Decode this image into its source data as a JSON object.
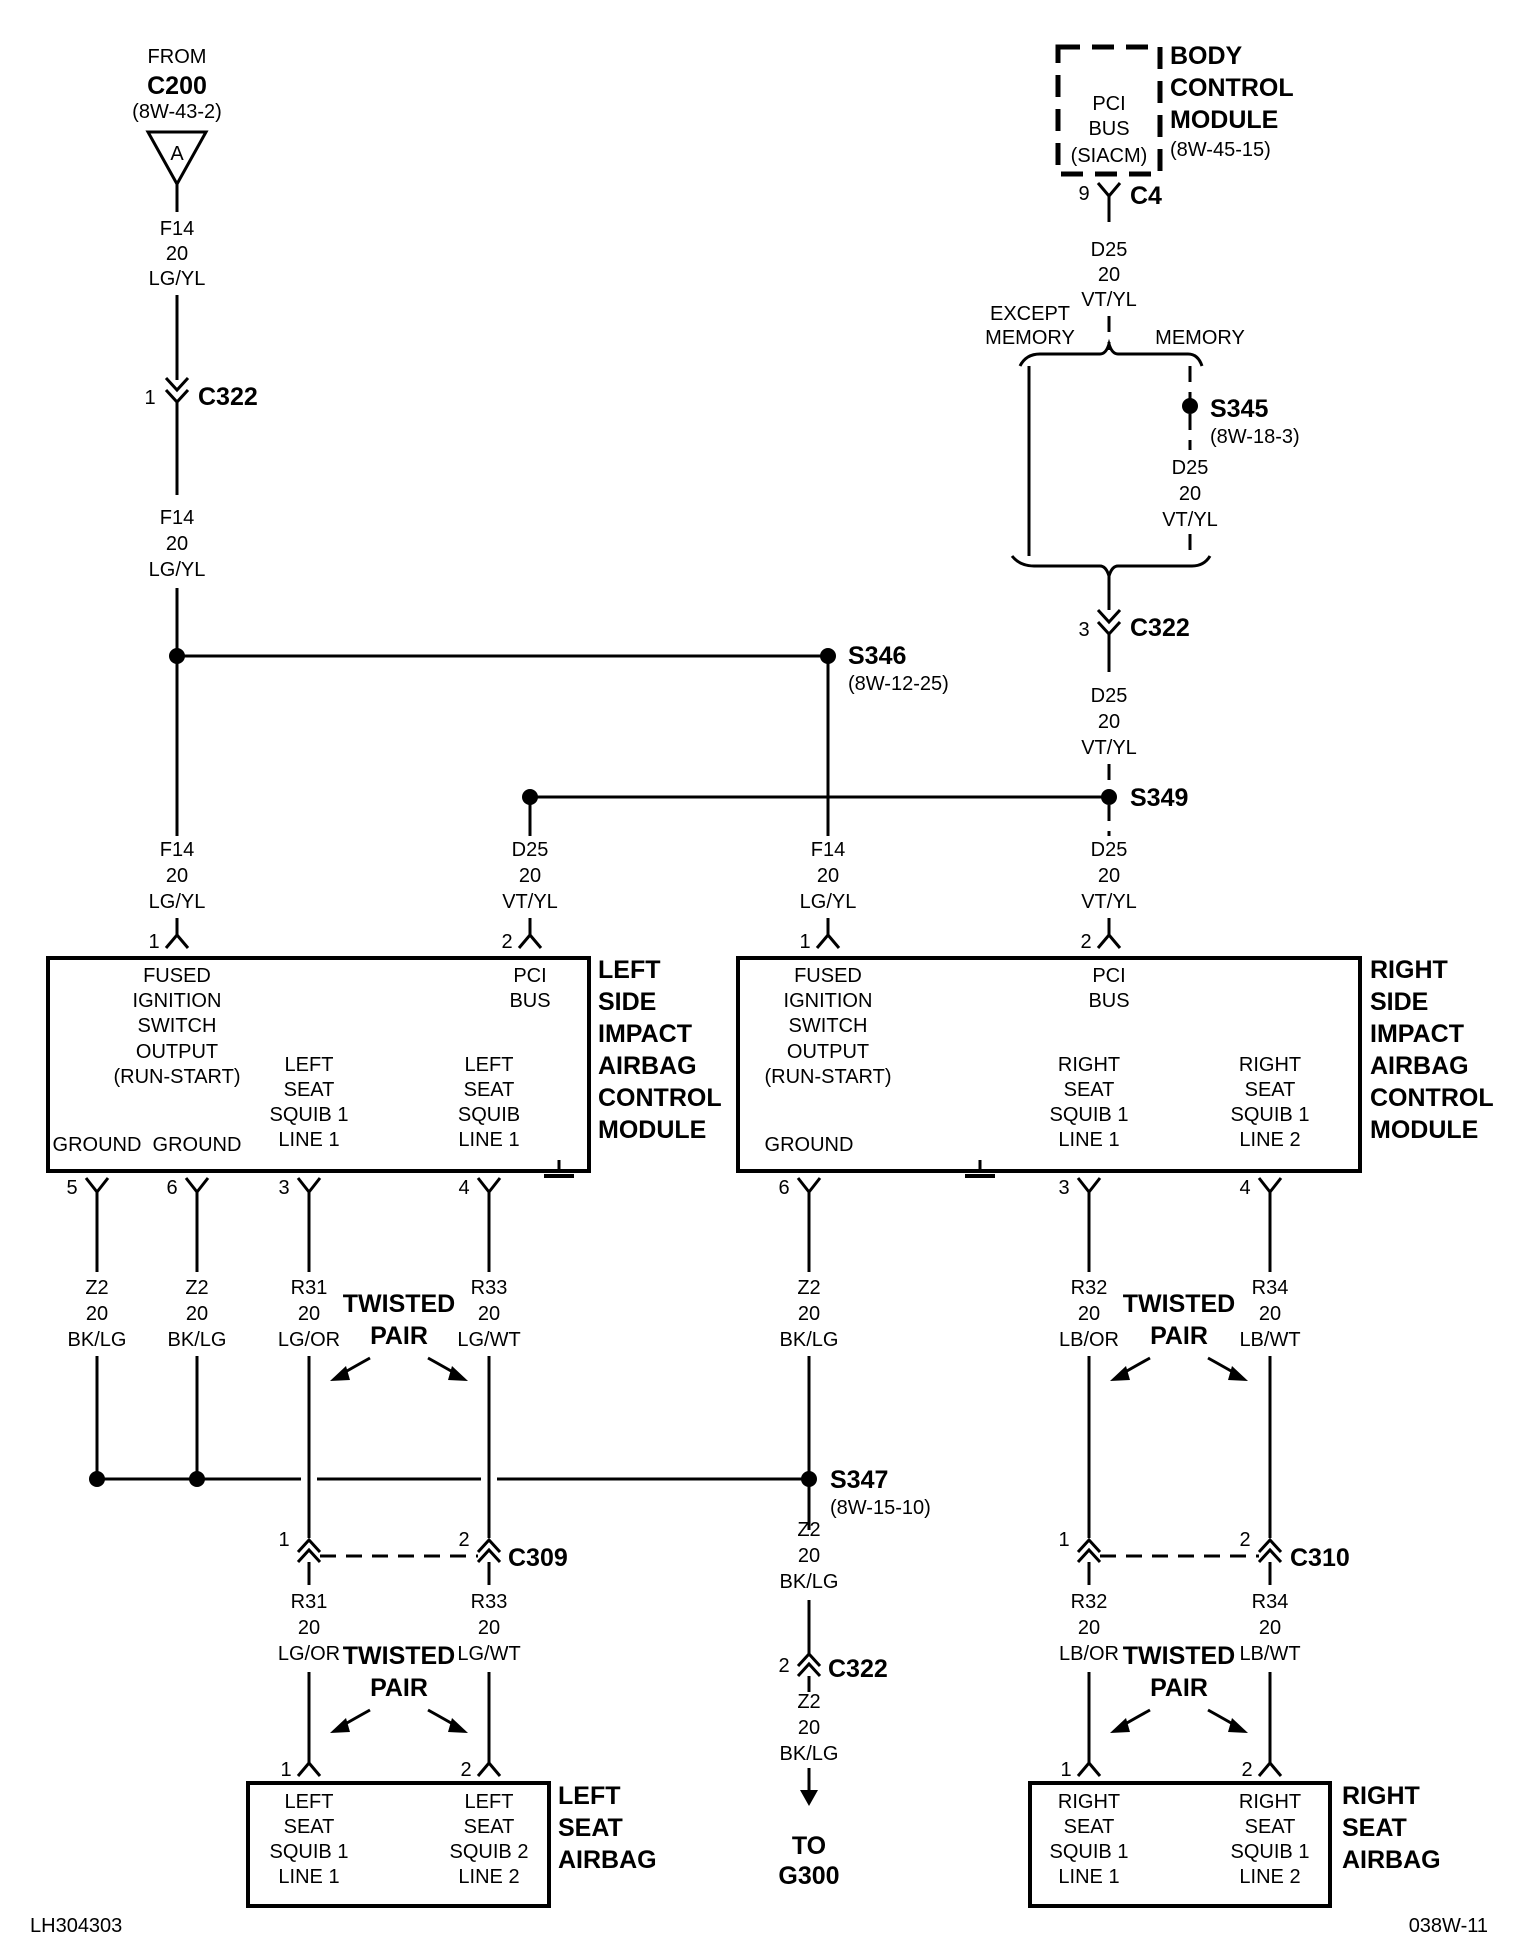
{
  "from_c200": {
    "from": "FROM",
    "conn": "C200",
    "ref": "(8W-43-2)",
    "tag": "A"
  },
  "bcm": {
    "title_lines": [
      "BODY",
      "CONTROL",
      "MODULE"
    ],
    "ref": "(8W-45-15)",
    "inner_lines": [
      "PCI",
      "BUS",
      "(SIACM)"
    ],
    "pin": "9",
    "conn": "C4"
  },
  "wires": {
    "f14_top": [
      "F14",
      "20",
      "LG/YL"
    ],
    "f14_mid": [
      "F14",
      "20",
      "LG/YL"
    ],
    "d25_top": [
      "D25",
      "20",
      "VT/YL"
    ],
    "d25_memory": [
      "D25",
      "20",
      "VT/YL"
    ],
    "d25_after_c322": [
      "D25",
      "20",
      "VT/YL"
    ],
    "left_f14": [
      "F14",
      "20",
      "LG/YL"
    ],
    "left_d25": [
      "D25",
      "20",
      "VT/YL"
    ],
    "right_f14": [
      "F14",
      "20",
      "LG/YL"
    ],
    "right_d25": [
      "D25",
      "20",
      "VT/YL"
    ],
    "z2_a": [
      "Z2",
      "20",
      "BK/LG"
    ],
    "z2_b": [
      "Z2",
      "20",
      "BK/LG"
    ],
    "r31_a": [
      "R31",
      "20",
      "LG/OR"
    ],
    "r33_a": [
      "R33",
      "20",
      "LG/WT"
    ],
    "z2_c": [
      "Z2",
      "20",
      "BK/LG"
    ],
    "r32_a": [
      "R32",
      "20",
      "LB/OR"
    ],
    "r34_a": [
      "R34",
      "20",
      "LB/WT"
    ],
    "z2_d": [
      "Z2",
      "20",
      "BK/LG"
    ],
    "r31_b": [
      "R31",
      "20",
      "LG/OR"
    ],
    "r33_b": [
      "R33",
      "20",
      "LG/WT"
    ],
    "z2_e": [
      "Z2",
      "20",
      "BK/LG"
    ],
    "r32_b": [
      "R32",
      "20",
      "LB/OR"
    ],
    "r34_b": [
      "R34",
      "20",
      "LB/WT"
    ]
  },
  "connectors": {
    "c322_1": {
      "pin": "1",
      "name": "C322"
    },
    "c322_3": {
      "pin": "3",
      "name": "C322"
    },
    "c322_2": {
      "pin": "2",
      "name": "C322"
    },
    "c309": {
      "pin1": "1",
      "pin2": "2",
      "name": "C309"
    },
    "c310": {
      "pin1": "1",
      "pin2": "2",
      "name": "C310"
    }
  },
  "splices": {
    "s345": {
      "name": "S345",
      "ref": "(8W-18-3)"
    },
    "s346": {
      "name": "S346",
      "ref": "(8W-12-25)"
    },
    "s349": {
      "name": "S349"
    },
    "s347": {
      "name": "S347",
      "ref": "(8W-15-10)"
    }
  },
  "branch": {
    "except": [
      "EXCEPT",
      "MEMORY"
    ],
    "memory": "MEMORY"
  },
  "left_module": {
    "title_lines": [
      "LEFT",
      "SIDE",
      "IMPACT",
      "AIRBAG",
      "CONTROL",
      "MODULE"
    ],
    "fused": [
      "FUSED",
      "IGNITION",
      "SWITCH",
      "OUTPUT",
      "(RUN-START)"
    ],
    "pci": [
      "PCI",
      "BUS"
    ],
    "squib1": [
      "LEFT",
      "SEAT",
      "SQUIB 1",
      "LINE 1"
    ],
    "squib2": [
      "LEFT",
      "SEAT",
      "SQUIB",
      "LINE 1"
    ],
    "ground1": "GROUND",
    "ground2": "GROUND",
    "pins_top": [
      "1",
      "2"
    ],
    "pins_bottom": [
      "5",
      "6",
      "3",
      "4"
    ]
  },
  "right_module": {
    "title_lines": [
      "RIGHT",
      "SIDE",
      "IMPACT",
      "AIRBAG",
      "CONTROL",
      "MODULE"
    ],
    "fused": [
      "FUSED",
      "IGNITION",
      "SWITCH",
      "OUTPUT",
      "(RUN-START)"
    ],
    "pci": [
      "PCI",
      "BUS"
    ],
    "squib1": [
      "RIGHT",
      "SEAT",
      "SQUIB 1",
      "LINE 1"
    ],
    "squib2": [
      "RIGHT",
      "SEAT",
      "SQUIB 1",
      "LINE 2"
    ],
    "ground": "GROUND",
    "pins_top": [
      "1",
      "2"
    ],
    "pins_bottom": [
      "6",
      "3",
      "4"
    ]
  },
  "twisted_pair": [
    "TWISTED",
    "PAIR"
  ],
  "left_airbag": {
    "title_lines": [
      "LEFT",
      "SEAT",
      "AIRBAG"
    ],
    "line1": [
      "LEFT",
      "SEAT",
      "SQUIB 1",
      "LINE 1"
    ],
    "line2": [
      "LEFT",
      "SEAT",
      "SQUIB 2",
      "LINE 2"
    ],
    "pins": [
      "1",
      "2"
    ]
  },
  "right_airbag": {
    "title_lines": [
      "RIGHT",
      "SEAT",
      "AIRBAG"
    ],
    "line1": [
      "RIGHT",
      "SEAT",
      "SQUIB 1",
      "LINE 1"
    ],
    "line2": [
      "RIGHT",
      "SEAT",
      "SQUIB 1",
      "LINE 2"
    ],
    "pins": [
      "1",
      "2"
    ]
  },
  "ground_g300": [
    "TO",
    "G300"
  ],
  "footer": {
    "left": "LH304303",
    "right": "038W-11"
  }
}
